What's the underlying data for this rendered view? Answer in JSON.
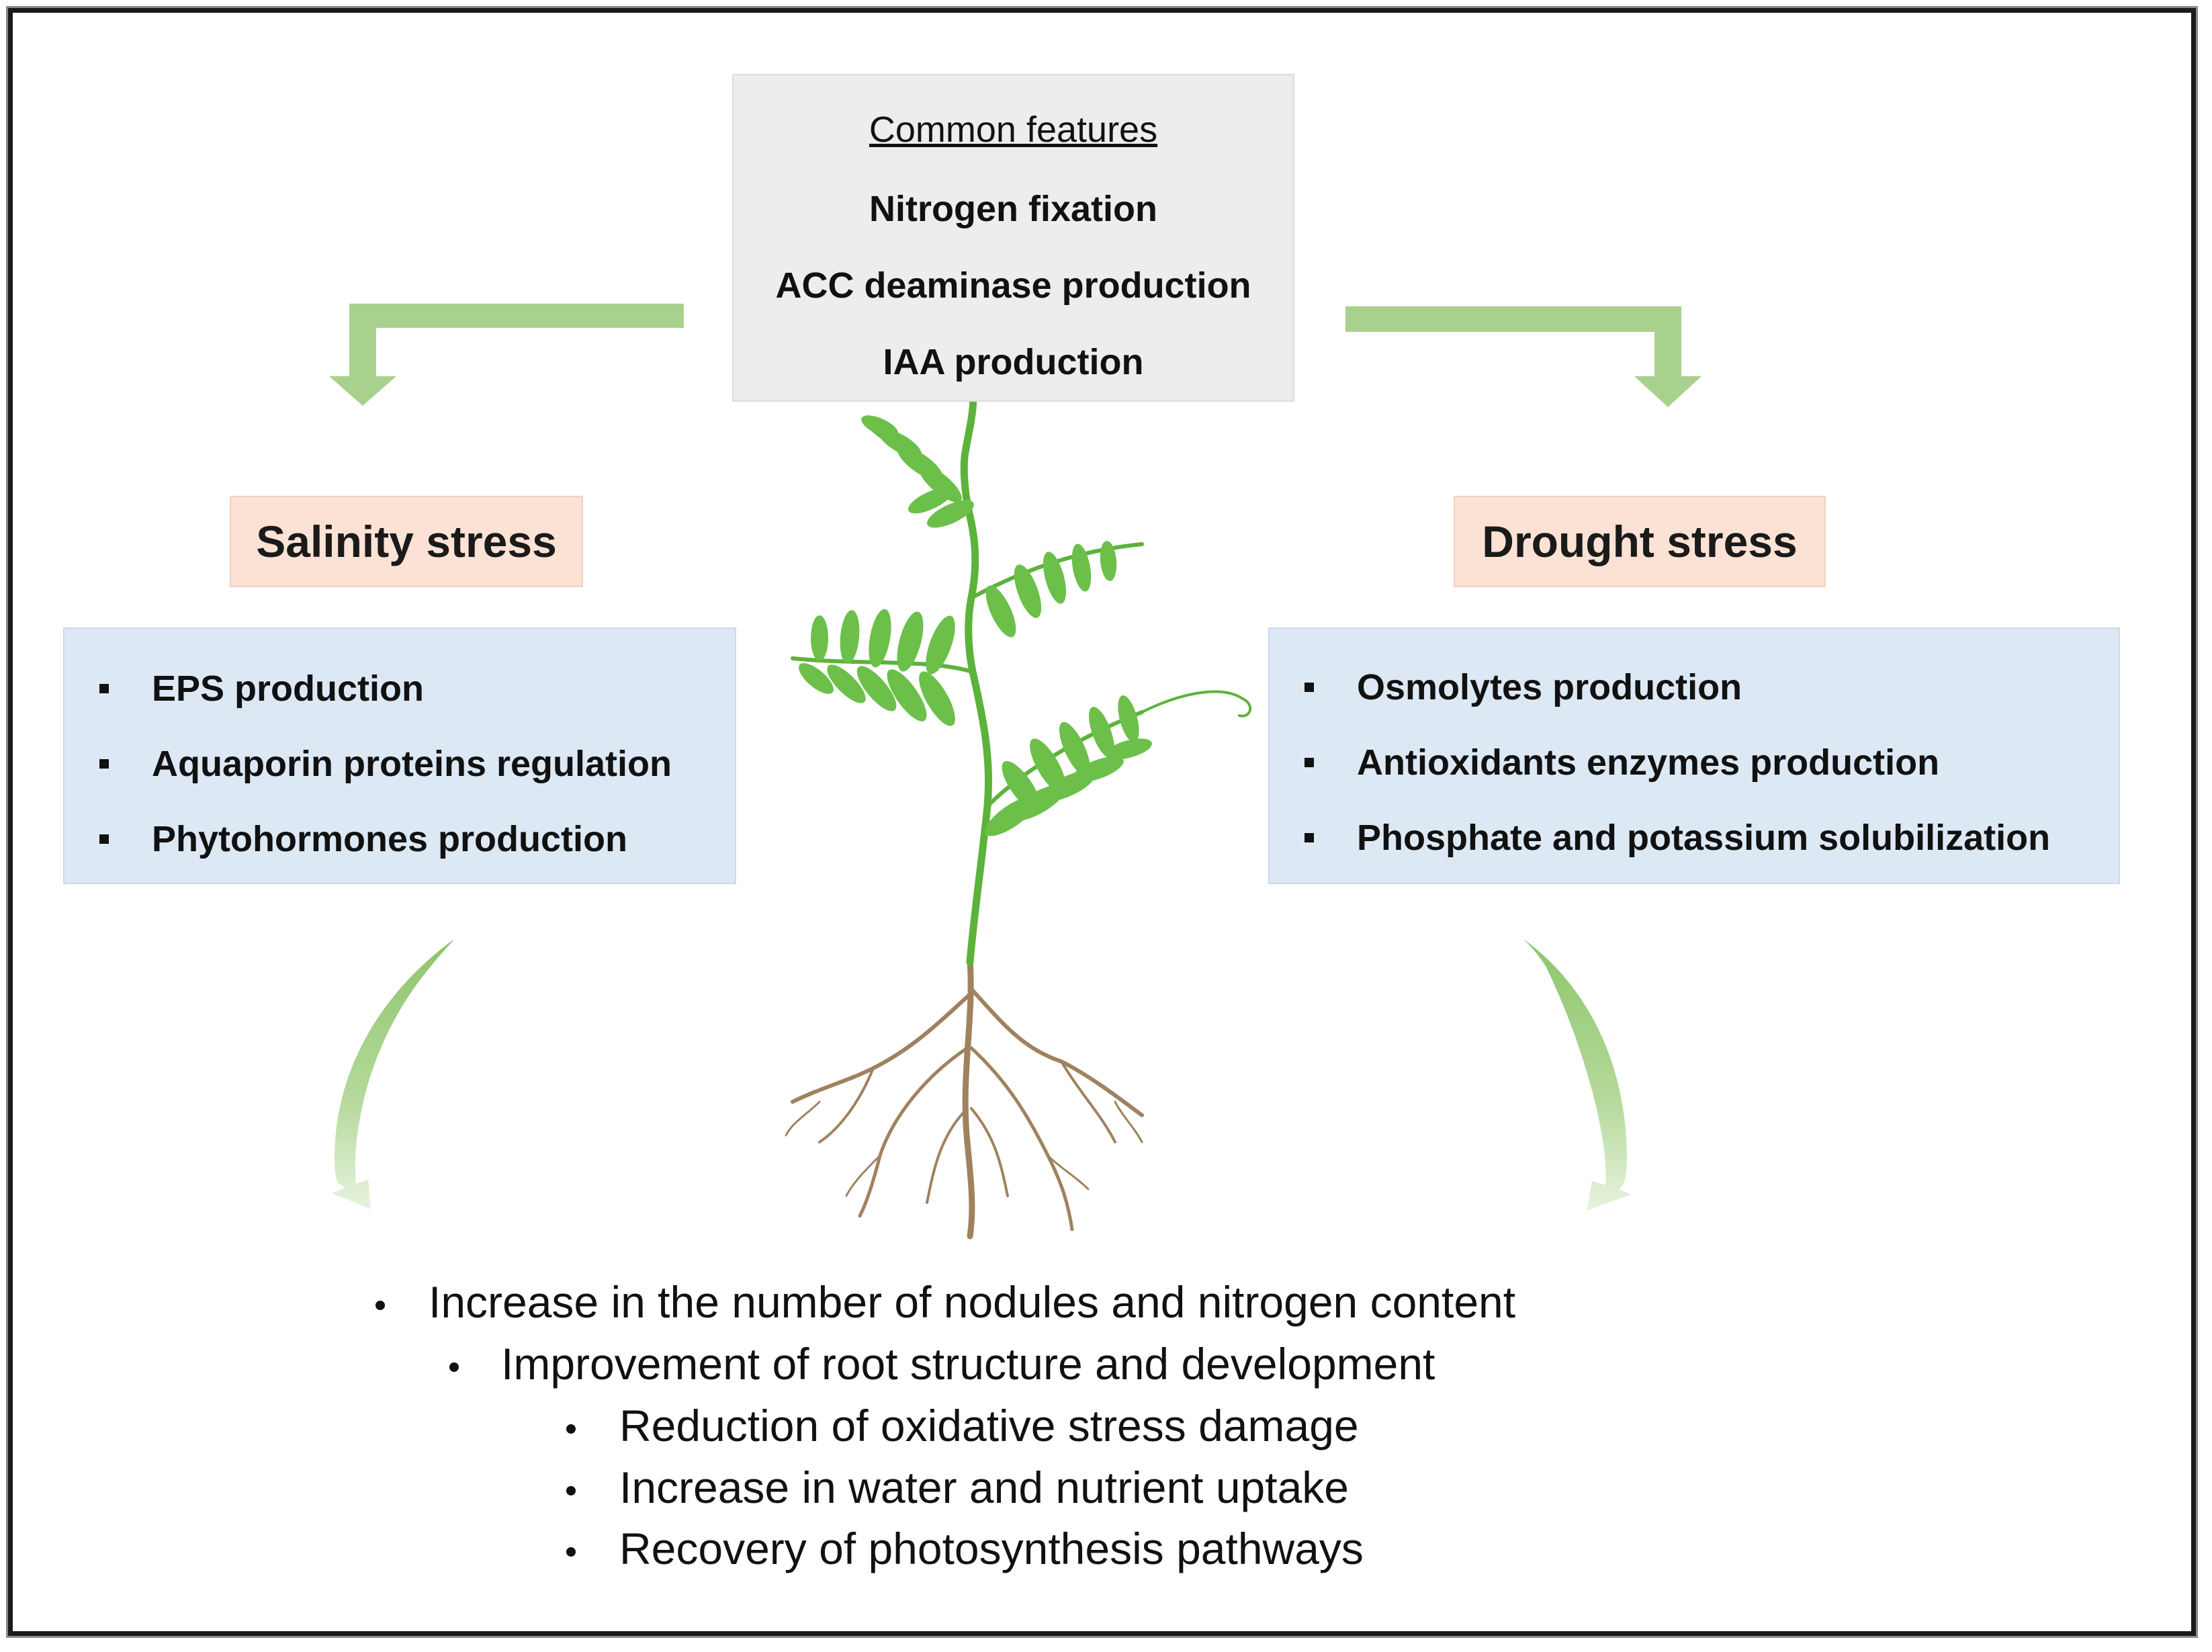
{
  "common": {
    "title": "Common features",
    "items": [
      "Nitrogen fixation",
      "ACC deaminase production",
      "IAA production"
    ]
  },
  "salinity": {
    "label": "Salinity stress",
    "items": [
      "EPS production",
      "Aquaporin proteins regulation",
      "Phytohormones production"
    ]
  },
  "drought": {
    "label": "Drought stress",
    "items": [
      "Osmolytes production",
      "Antioxidants enzymes production",
      "Phosphate and potassium solubilization"
    ]
  },
  "outcomes": [
    "Increase in the number of nodules and nitrogen content",
    "Improvement of root structure and development",
    "Reduction of oxidative stress damage",
    "Increase in water and nutrient uptake",
    "Recovery of photosynthesis pathways"
  ],
  "colors": {
    "arrow_green": "#a9d18e",
    "leaf_green": "#6cc04a",
    "stem_green": "#5cb33b",
    "root_brown": "#a0825f",
    "common_bg": "#ededed",
    "stress_label_bg": "#fbe2d4",
    "panel_bg": "#dde8f5"
  }
}
